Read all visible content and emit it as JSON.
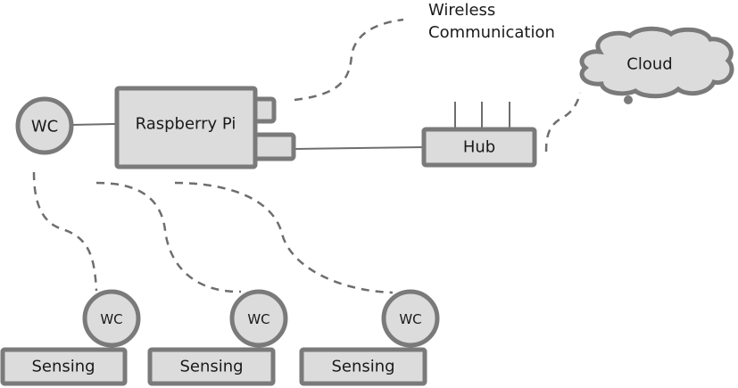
{
  "annotation": {
    "line1": "Wireless",
    "line2": "Communication"
  },
  "nodes": {
    "raspberry_pi": "Raspberry Pi",
    "hub": "Hub",
    "cloud": "Cloud",
    "wc_main": "WC",
    "wc_1": "WC",
    "wc_2": "WC",
    "wc_3": "WC",
    "sensing_1": "Sensing",
    "sensing_2": "Sensing",
    "sensing_3": "Sensing"
  },
  "colors": {
    "node_fill": "#dcdcdc",
    "node_stroke": "#7a7a7a",
    "line": "#6e6e6e",
    "text": "#1a1a1a"
  }
}
